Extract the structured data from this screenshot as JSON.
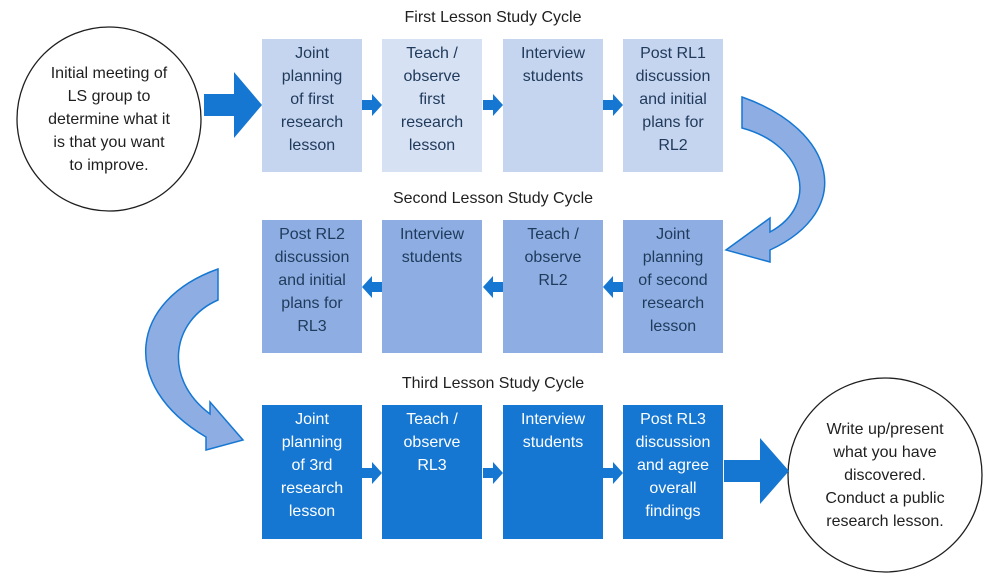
{
  "diagram": {
    "start_circle": "Initial meeting of\nLS group to\ndetermine what it\nis that you want\nto improve.",
    "end_circle": "Write up/present\nwhat you have\ndiscovered.\nConduct a public\nresearch lesson.",
    "cycles": [
      {
        "title": "First Lesson Study Cycle",
        "color": "#c5d4ef",
        "steps": [
          {
            "text": "Joint\nplanning\nof first\nresearch\nlesson",
            "color": "#c5d4ef"
          },
          {
            "text": "Teach /\nobserve\nfirst\nresearch\nlesson",
            "color": "#d6e1f4"
          },
          {
            "text": "Interview\nstudents",
            "color": "#c5d4ef"
          },
          {
            "text": "Post RL1\ndiscussion\nand initial\nplans for\nRL2",
            "color": "#c5d4ef"
          }
        ]
      },
      {
        "title": "Second Lesson Study Cycle",
        "color": "#8eaee3",
        "steps": [
          {
            "text": "Post RL2\ndiscussion\nand initial\nplans for\nRL3",
            "color": "#8eaee3"
          },
          {
            "text": "Interview\nstudents",
            "color": "#8eaee3"
          },
          {
            "text": "Teach /\nobserve\nRL2",
            "color": "#8eaee3"
          },
          {
            "text": "Joint\nplanning\nof second\nresearch\nlesson",
            "color": "#8eaee3"
          }
        ]
      },
      {
        "title": "Third Lesson Study Cycle",
        "color": "#1577d2",
        "steps": [
          {
            "text": "Joint\nplanning\nof 3rd\nresearch\nlesson",
            "color": "#1577d2"
          },
          {
            "text": "Teach /\nobserve\nRL3",
            "color": "#1577d2"
          },
          {
            "text": "Interview\nstudents",
            "color": "#1577d2"
          },
          {
            "text": "Post RL3\ndiscussion\nand agree\noverall\nfindings",
            "color": "#1577d2"
          }
        ]
      }
    ],
    "arrow_color": "#1577d2",
    "curved_arrow_color": "#8eaee3"
  }
}
